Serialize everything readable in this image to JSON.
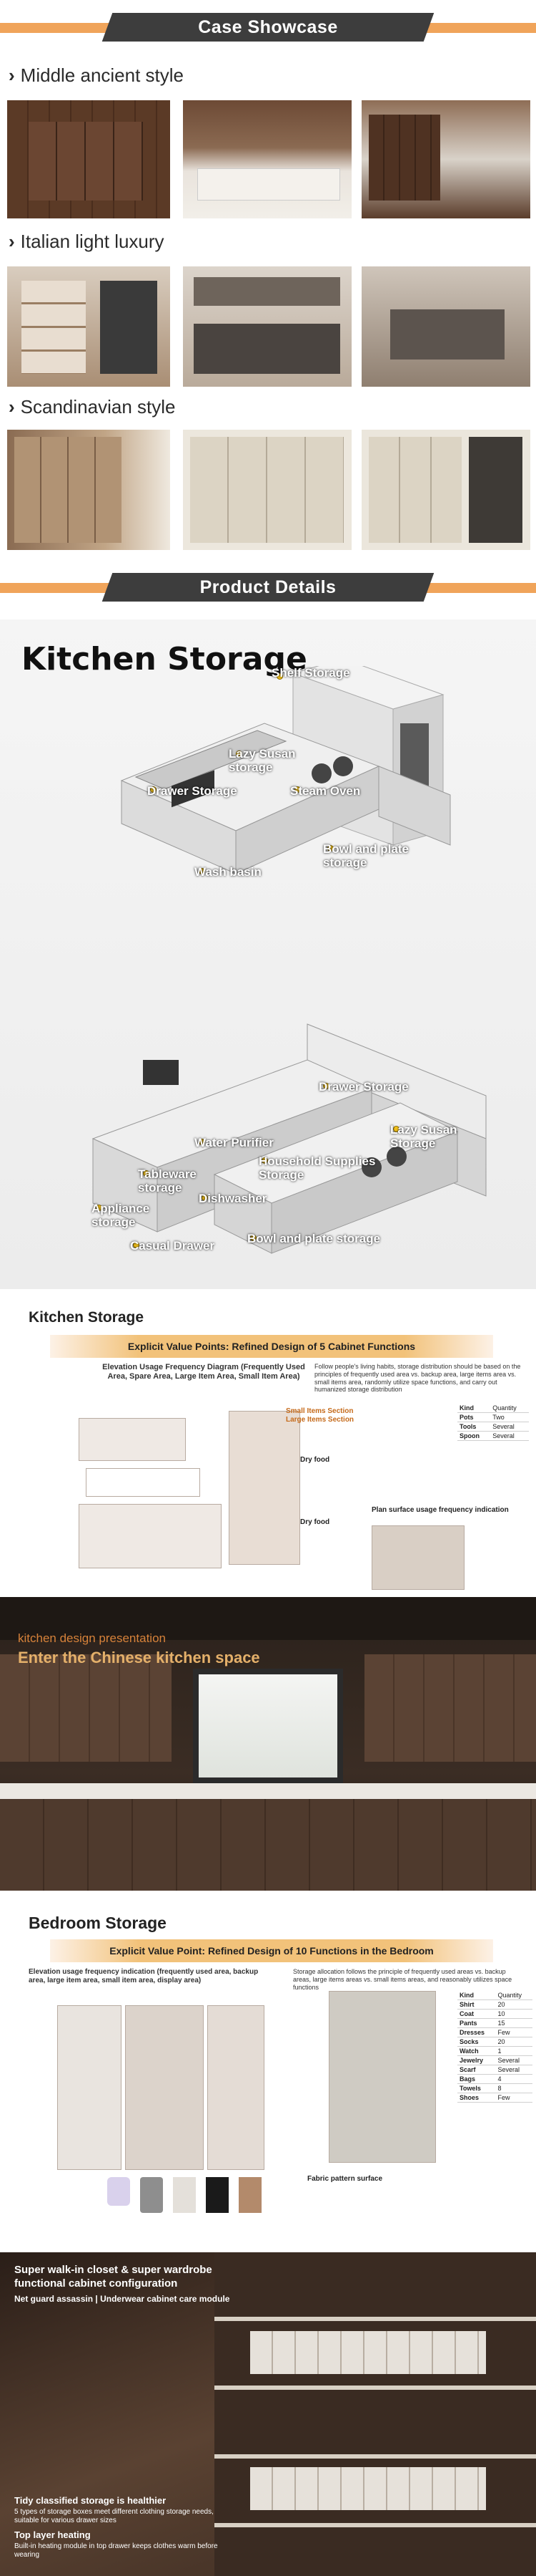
{
  "sections": {
    "case_showcase": "Case Showcase",
    "product_details": "Product Details"
  },
  "styles": [
    {
      "label": "Middle ancient style"
    },
    {
      "label": "Italian light luxury"
    },
    {
      "label": "Scandinavian style"
    }
  ],
  "kitchen_diagram": {
    "title": "Kitchen Storage",
    "labels_top": [
      "Shelf Storage",
      "Lazy Susan storage",
      "Drawer Storage",
      "Steam Oven",
      "Bowl and plate storage",
      "Wash basin"
    ],
    "labels_bottom": [
      "Drawer Storage",
      "Lazy Susan Storage",
      "Water Purifier",
      "Household Supplies Storage",
      "Tableware storage",
      "Dishwasher",
      "Appliance storage",
      "Casual Drawer",
      "Bowl and plate storage"
    ]
  },
  "kitchen_panel": {
    "heading": "Kitchen Storage",
    "ribbon": "Explicit Value Points: Refined Design of 5 Cabinet Functions",
    "diagram_title": "Elevation Usage Frequency Diagram (Frequently Used Area, Spare Area, Large Item Area, Small Item Area)",
    "right_text": "Follow people's living habits, storage distribution should be based on the principles of frequently used area vs. backup area, large items area vs. small items area, randomly utilize space functions, and carry out humanized storage distribution",
    "small_items": "Small Items Section",
    "large_items": "Large Items Section",
    "dry_food": "Dry food",
    "dry_food2": "Dry food",
    "plan_label": "Plan surface usage frequency indication",
    "kinds": [
      {
        "k": "Kind",
        "v": "Quantity"
      },
      {
        "k": "Pots",
        "v": "Two"
      },
      {
        "k": "Tools",
        "v": "Several"
      },
      {
        "k": "Spoon",
        "v": "Several"
      }
    ]
  },
  "kitchen_presentation": {
    "subtitle": "kitchen design presentation",
    "title": "Enter the Chinese kitchen space"
  },
  "bedroom": {
    "heading": "Bedroom Storage",
    "ribbon": "Explicit Value Point: Refined Design of 10 Functions in the Bedroom",
    "diagram_title": "Elevation usage frequency indication (frequently used area, backup area, large item area, small item area, display area)",
    "right_text": "Storage allocation follows the principle of frequently used areas vs. backup areas, large items areas vs. small items areas, and reasonably utilizes space functions",
    "fabric": "Fabric pattern surface",
    "kinds": [
      {
        "k": "Kind",
        "v": "Quantity"
      },
      {
        "k": "Shirt",
        "v": "20"
      },
      {
        "k": "Coat",
        "v": "10"
      },
      {
        "k": "Pants",
        "v": "15"
      },
      {
        "k": "Dresses",
        "v": "Few"
      },
      {
        "k": "Socks",
        "v": "20"
      },
      {
        "k": "Watch",
        "v": "1"
      },
      {
        "k": "Jewelry",
        "v": "Several"
      },
      {
        "k": "Scarf",
        "v": "Several"
      },
      {
        "k": "Bags",
        "v": "4"
      },
      {
        "k": "Towels",
        "v": "8"
      },
      {
        "k": "Shoes",
        "v": "Few"
      }
    ]
  },
  "wardrobe_photo": {
    "title": "Super walk-in closet & super wardrobe functional cabinet configuration",
    "sub": "Net guard assassin | Underwear cabinet care module",
    "p1_title": "Tidy classified storage is healthier",
    "p1_text": "5 types of storage boxes meet different clothing storage needs, suitable for various drawer sizes",
    "p2_title": "Top layer heating",
    "p2_text": "Built-in heating module in top drawer keeps clothes warm before wearing"
  }
}
